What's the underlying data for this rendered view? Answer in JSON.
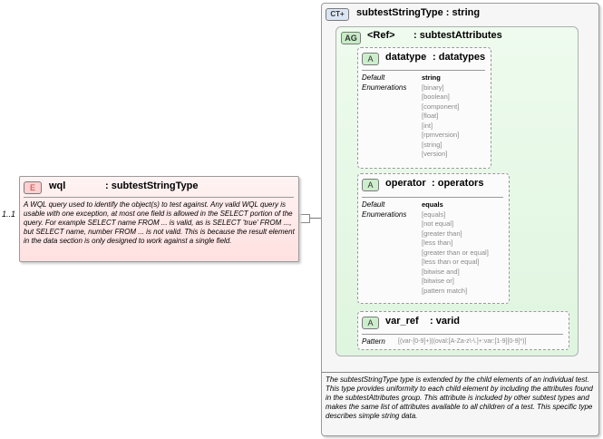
{
  "element": {
    "badge": "E",
    "name": "wql",
    "type": ": subtestStringType",
    "cardinality": "1..1",
    "doc": "A WQL query used to identify the object(s) to test against.  Any valid WQL query is usable with one exception, at most one field is allowed in the SELECT portion of the query.  For example SELECT name FROM ... is valid, as is SELECT 'true' FROM ..., but SELECT name, number FROM ... is not valid.  This is because the result element in the data section is only designed to work against a single field."
  },
  "complex_type": {
    "badge": "CT+",
    "title": "subtestStringType : string",
    "doc": "The subtestStringType type is extended by the child elements of an individual test.  This type provides uniformity to each child element by including the attributes found in the subtestAttributes group.  This attribute is included by other subtest types and makes the same list of attributes available to all children of a test.  This specific type describes simple string data."
  },
  "attribute_group": {
    "badge": "AG",
    "ref": "<Ref>",
    "type": ": subtestAttributes"
  },
  "attributes": [
    {
      "badge": "A",
      "name": "datatype",
      "type": ": datatypes",
      "default_label": "Default",
      "enum_label": "Enumerations",
      "default": "string",
      "enumerations": [
        "[binary]",
        "[boolean]",
        "[component]",
        "[float]",
        "[int]",
        "[rpmversion]",
        "[string]",
        "[version]"
      ]
    },
    {
      "badge": "A",
      "name": "operator",
      "type": ": operators",
      "default_label": "Default",
      "enum_label": "Enumerations",
      "default": "equals",
      "enumerations": [
        "[equals]",
        "[not equal]",
        "[greater than]",
        "[less than]",
        "[greater than or equal]",
        "[less than or equal]",
        "[bitwise and]",
        "[bitwise or]",
        "[pattern match]"
      ]
    },
    {
      "badge": "A",
      "name": "var_ref",
      "type": ": varid",
      "pattern_label": "Pattern",
      "pattern": "[(var-[0-9]+)|(oval:[A-Za-z\\-\\.]+:var:[1-9][0-9]*)]"
    }
  ]
}
